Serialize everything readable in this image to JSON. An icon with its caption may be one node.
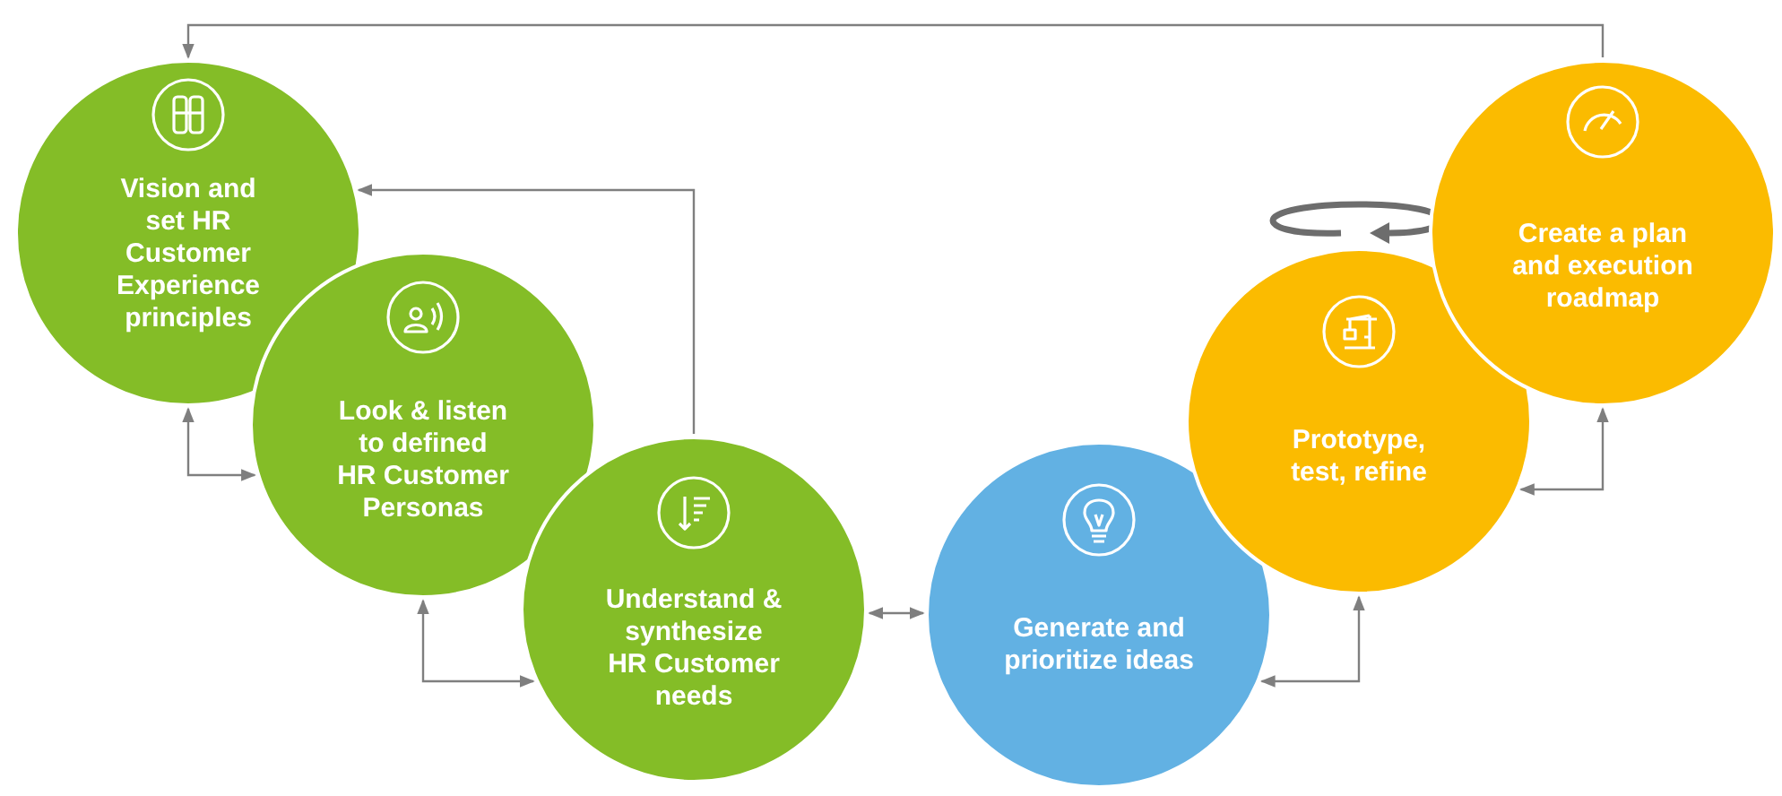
{
  "diagram": {
    "nodes": [
      {
        "text": [
          "Vision and set HR Customer Experience principles"
        ]
      },
      {
        "text": [
          "Look & listen to defined HR Customer Personas"
        ]
      },
      {
        "text": [
          "Understand & synthesize HR Customer needs"
        ]
      },
      {
        "text": [
          "Generate and prioritize ideas"
        ]
      },
      {
        "text": [
          "Prototype, test, refine"
        ]
      },
      {
        "text": [
          "Create a plan and execution roadmap"
        ]
      }
    ],
    "edges": [
      {
        "from": 5,
        "to": 0,
        "arrow": "to"
      },
      {
        "from": 2,
        "to": 0,
        "arrow": "to"
      },
      {
        "from": 0,
        "to": 1,
        "arrow": "both"
      },
      {
        "from": 1,
        "to": 2,
        "arrow": "both"
      },
      {
        "from": 2,
        "to": 3,
        "arrow": "both"
      },
      {
        "from": 3,
        "to": 4,
        "arrow": "both"
      },
      {
        "from": 4,
        "to": 5,
        "arrow": "both"
      }
    ]
  }
}
